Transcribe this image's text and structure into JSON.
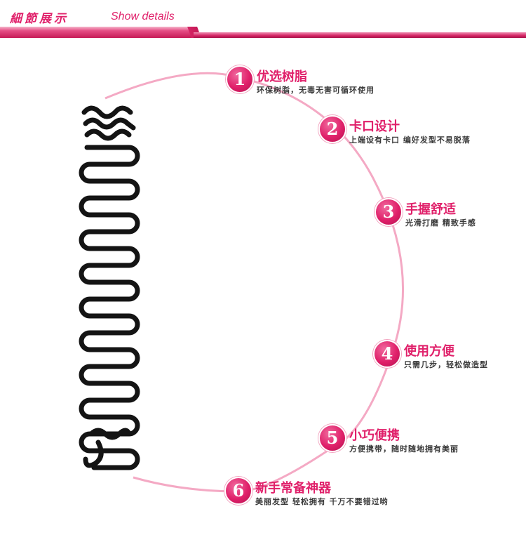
{
  "header": {
    "title_cn": "細節展示",
    "title_en": "Show details"
  },
  "colors": {
    "accent": "#e0206a",
    "arc": "#f4a9c4",
    "text": "#3a3a3a"
  },
  "product": {
    "icon": "hair-braid-tool-icon"
  },
  "features": [
    {
      "number": "1",
      "title": "优选树脂",
      "desc": "环保树脂，无毒无害可循环使用"
    },
    {
      "number": "2",
      "title": "卡口设计",
      "desc": "上端设有卡口 编好发型不易脱落"
    },
    {
      "number": "3",
      "title": "手握舒适",
      "desc": "光滑打磨 精致手感"
    },
    {
      "number": "4",
      "title": "使用方便",
      "desc": "只需几步，轻松做造型"
    },
    {
      "number": "5",
      "title": "小巧便携",
      "desc": "方便携带，随时随地拥有美丽"
    },
    {
      "number": "6",
      "title": "新手常备神器",
      "desc": "美丽发型 轻松拥有 千万不要错过哟"
    }
  ]
}
